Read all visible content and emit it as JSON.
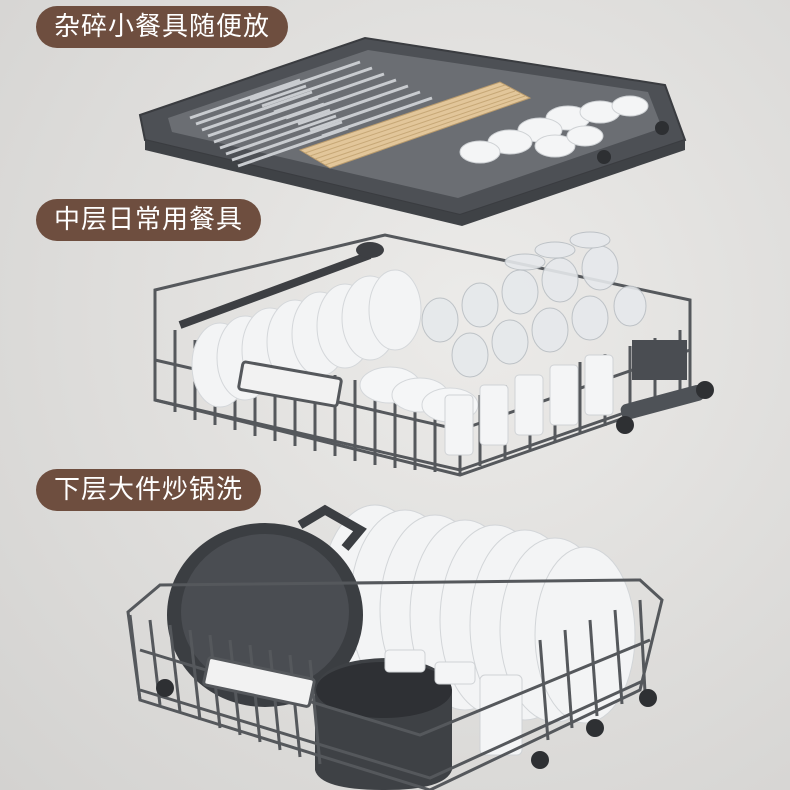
{
  "labels": {
    "top": "杂碎小餐具随便放",
    "middle": "中层日常用餐具",
    "bottom": "下层大件炒锅洗"
  },
  "colors": {
    "label_bg": "#6e4e3f",
    "label_text": "#ffffff",
    "rack": "#55585c",
    "tray": "#4a4d52",
    "plate": "#f2f3f4",
    "pot": "#3c3f43",
    "chopsticks": "#e2c69a"
  }
}
